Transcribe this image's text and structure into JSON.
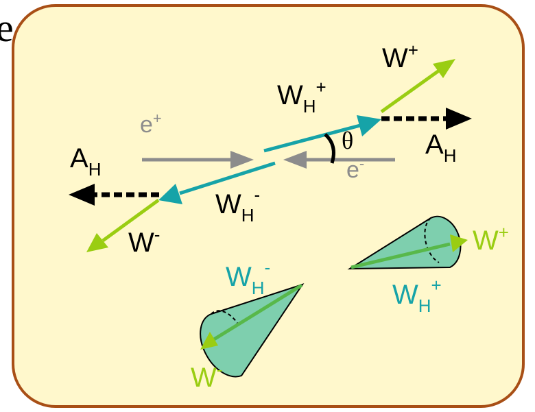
{
  "corner_text": "e",
  "labels": {
    "wh_plus": {
      "main": "W",
      "sub": "H",
      "sup": "+"
    },
    "wh_minus": {
      "main": "W",
      "sub": "H",
      "sup": "-"
    },
    "w_plus": {
      "main": "W",
      "sup": "+"
    },
    "w_minus": {
      "main": "W",
      "sup": "-"
    },
    "e_plus": {
      "main": "e",
      "sup": "+"
    },
    "e_minus": {
      "main": "e",
      "sup": "-"
    },
    "ah_right": {
      "main": "A",
      "sub": "H"
    },
    "ah_left": {
      "main": "A",
      "sub": "H"
    },
    "theta": "θ",
    "cone_wh_minus": {
      "main": "W",
      "sub": "H",
      "sup": "-"
    },
    "cone_w_minus": {
      "main": "W",
      "sup": "-"
    },
    "cone_wh_plus": {
      "main": "W",
      "sub": "H",
      "sup": "+"
    },
    "cone_w_plus": {
      "main": "W",
      "sup": "+"
    }
  },
  "colors": {
    "panel_fill": "#fff8cc",
    "panel_border": "#a84f16",
    "teal": "#16a3a8",
    "lime": "#9acd12",
    "gray": "#8c8c8c",
    "black": "#000000",
    "cone_fill": "#7ecfae",
    "cone_green": "#58b84a"
  }
}
